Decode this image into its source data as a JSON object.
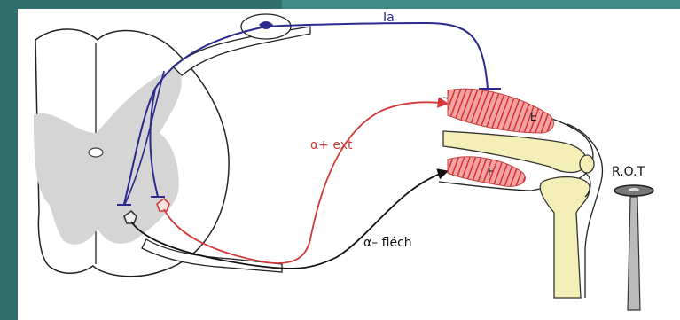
{
  "labels": {
    "ia": "Ia",
    "alpha_ext": "α+ ext",
    "alpha_flech": "α– fléch",
    "extensor": "E",
    "flexor": "F",
    "rot": "R.O.T"
  },
  "colors": {
    "afferent": "#2b2a8c",
    "alpha_extensor": "#d23a3a",
    "alpha_flexor": "#111111",
    "gray_matter": "#d5d5d5",
    "bone": "#f4efb6",
    "muscle": "#e04545",
    "background_frame": "#2f6f6d"
  }
}
